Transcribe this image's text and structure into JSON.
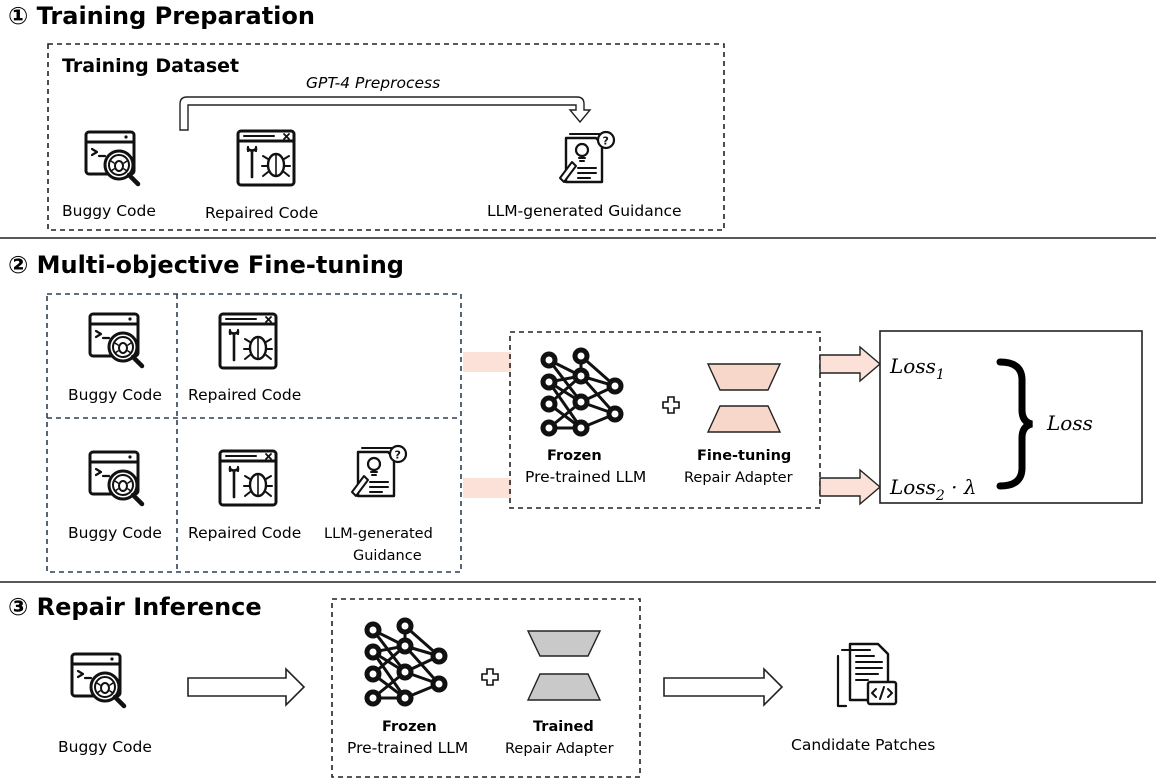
{
  "sections": {
    "s1": {
      "title": "① Training Preparation",
      "box_title": "Training Dataset",
      "arrow_label": "GPT-4 Preprocess",
      "items": [
        "Buggy Code",
        "Repaired Code",
        "LLM-generated Guidance"
      ]
    },
    "s2": {
      "title": "② Multi-objective Fine-tuning",
      "row1": [
        "Buggy Code",
        "Repaired Code"
      ],
      "row2": [
        "Buggy Code",
        "Repaired Code",
        "LLM-generated",
        "Guidance"
      ],
      "model": {
        "frozen": "Frozen",
        "frozen_sub": "Pre-trained LLM",
        "plus": "+",
        "adapter": "Fine-tuning",
        "adapter_sub": "Repair Adapter"
      },
      "loss": {
        "loss1": "Loss",
        "loss1_sub": "1",
        "loss2": "Loss",
        "loss2_sub": "2",
        "loss2_suffix": " · λ",
        "total": "Loss"
      }
    },
    "s3": {
      "title": "③ Repair Inference",
      "input": "Buggy Code",
      "model": {
        "frozen": "Frozen",
        "frozen_sub": "Pre-trained LLM",
        "plus": "+",
        "adapter": "Trained",
        "adapter_sub": "Repair Adapter"
      },
      "output": "Candidate Patches"
    }
  },
  "colors": {
    "accent_pink": "#fbe1d7",
    "adapter_pink": "#f8d7cb",
    "adapter_gray": "#c9c9c9",
    "box_blue": "#2e3f55"
  },
  "icons": [
    "buggy-code-icon",
    "repaired-code-icon",
    "guidance-doc-icon",
    "neural-network-icon",
    "adapter-icon",
    "patch-files-icon",
    "plus-icon"
  ]
}
